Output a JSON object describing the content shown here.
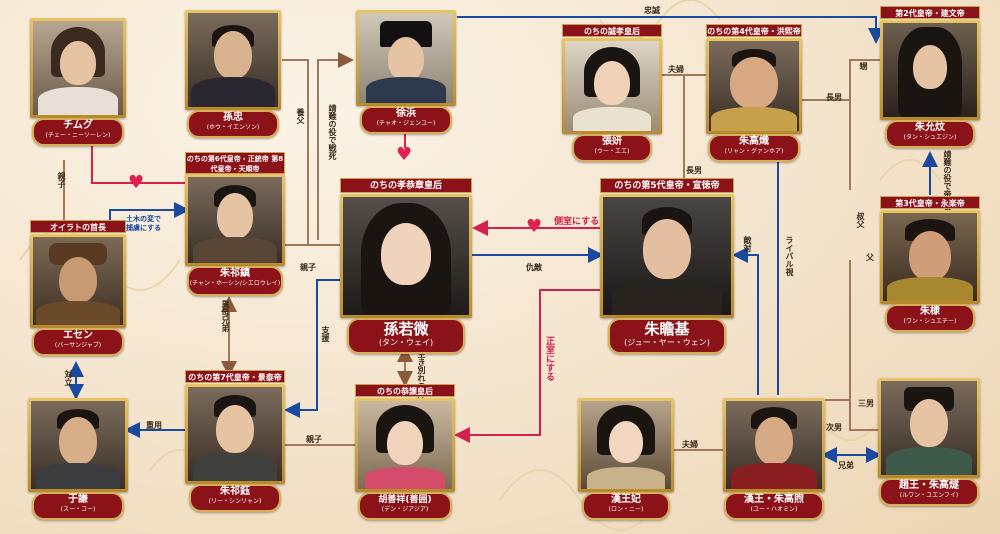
{
  "characters": {
    "chimug": {
      "name": "チムグ",
      "reading": "(チェー・ニーソーレン)"
    },
    "sunzhong": {
      "name": "孫忠",
      "reading": "(ホウ・イエンソン)"
    },
    "xubin": {
      "name": "徐浜",
      "reading": "(チャオ・ジェンユー)"
    },
    "zhangyan": {
      "header": "のちの誠孝皇后",
      "name": "張妍",
      "reading": "(ウー・エエ)"
    },
    "zhugaochi": {
      "header": "のちの第4代皇帝・洪熙帝",
      "name": "朱高熾",
      "reading": "(リャン・グァンホア)"
    },
    "zhuyunwen": {
      "header": "第2代皇帝・建文帝",
      "name": "朱允炆",
      "reading": "(タン・シュエジン)"
    },
    "zhuqizhen": {
      "header": "のちの第6代皇帝・正統帝 第8代皇帝・天順帝",
      "name": "朱祁鎮",
      "reading": "(チャン・ホーシン/シエロウレイ)"
    },
    "esen": {
      "header": "オイラトの首長",
      "name": "エセン",
      "reading": "(バーサンジャブ)"
    },
    "sunruowei": {
      "header": "のちの孝恭章皇后",
      "name": "孫若微",
      "reading": "(タン・ウェイ)"
    },
    "zhuzhanji": {
      "header": "のちの第5代皇帝・宣徳帝",
      "name": "朱瞻基",
      "reading": "(ジュー・ヤー・ウェン)"
    },
    "zhudi": {
      "header": "第3代皇帝・永楽帝",
      "name": "朱棣",
      "reading": "(ワン・シュエチー)"
    },
    "yuqian": {
      "name": "于謙",
      "reading": "(スー・コー)"
    },
    "zhuqiyu": {
      "header": "のちの第7代皇帝・景泰帝",
      "name": "朱祁鈺",
      "reading": "(リー・シンリャン)"
    },
    "hushanxiang": {
      "header": "のちの恭譲皇后",
      "name": "胡善祥(善囲)",
      "reading": "(デン・ジアジア)"
    },
    "hanwangfei": {
      "name": "漢王妃",
      "reading": "(ロン・ニー)"
    },
    "zhugaoxu": {
      "name": "漢王・朱高煦",
      "reading": "(ユー・ハオミン)"
    },
    "zhugaosui": {
      "name": "趙王・朱高燧",
      "reading": "(ルワン・ユエンフイ)"
    }
  },
  "relations": {
    "zhongcheng": "忠誠",
    "yangfu": "養父",
    "jingnan": "靖難の役で戦死",
    "fuqi1": "夫婦",
    "changnan": "長男",
    "changnan2": "長男",
    "taozou": "靖難の役で帝位を簒奪する",
    "shu": "甥",
    "shufu": "叔父",
    "fu": "父",
    "oyako1": "親子",
    "tumu": "土木の変で捕虜にする",
    "oyako2": "親子",
    "side": "側室にする",
    "qiudi": "仇敵",
    "didui": "敵対",
    "rival": "ライバル視",
    "yimuxiongdi": "異母兄弟",
    "zhiyuan": "支援",
    "zhengshi": "正室にする",
    "shengbie": "生き別れの姉妹",
    "duili": "対立",
    "zhongyong": "重用",
    "oyako3": "親子",
    "fuqi2": "夫婦",
    "sannan": "三男",
    "cinan": "次男",
    "xiongdi": "兄弟"
  },
  "colors": {
    "red": "#d3204e",
    "blue": "#1a4aa0",
    "brown": "#8a5a3a",
    "header": "#8a1218"
  }
}
